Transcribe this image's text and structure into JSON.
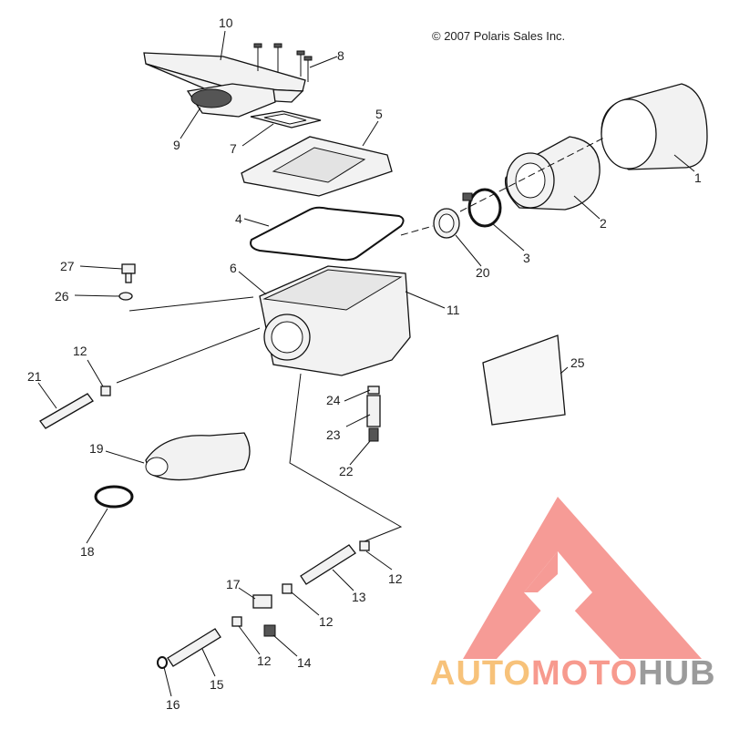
{
  "copyright": "© 2007 Polaris Sales Inc.",
  "watermark": {
    "auto": "AUTO",
    "moto": "MOTO",
    "hub": "HUB",
    "colors": {
      "auto": "#f7c27a",
      "moto": "#f79a8e",
      "hub": "#9b9b9b",
      "logo": "#f58a84"
    }
  },
  "callouts": {
    "c1": "1",
    "c2": "2",
    "c3": "3",
    "c4": "4",
    "c5": "5",
    "c6": "6",
    "c7": "7",
    "c8": "8",
    "c9": "9",
    "c10": "10",
    "c11": "11",
    "c12a": "12",
    "c12b": "12",
    "c12c": "12",
    "c12d": "12",
    "c13": "13",
    "c14": "14",
    "c15": "15",
    "c16": "16",
    "c17": "17",
    "c18": "18",
    "c19": "19",
    "c20": "20",
    "c21": "21",
    "c22": "22",
    "c23": "23",
    "c24": "24",
    "c25": "25",
    "c26": "26",
    "c27": "27"
  }
}
